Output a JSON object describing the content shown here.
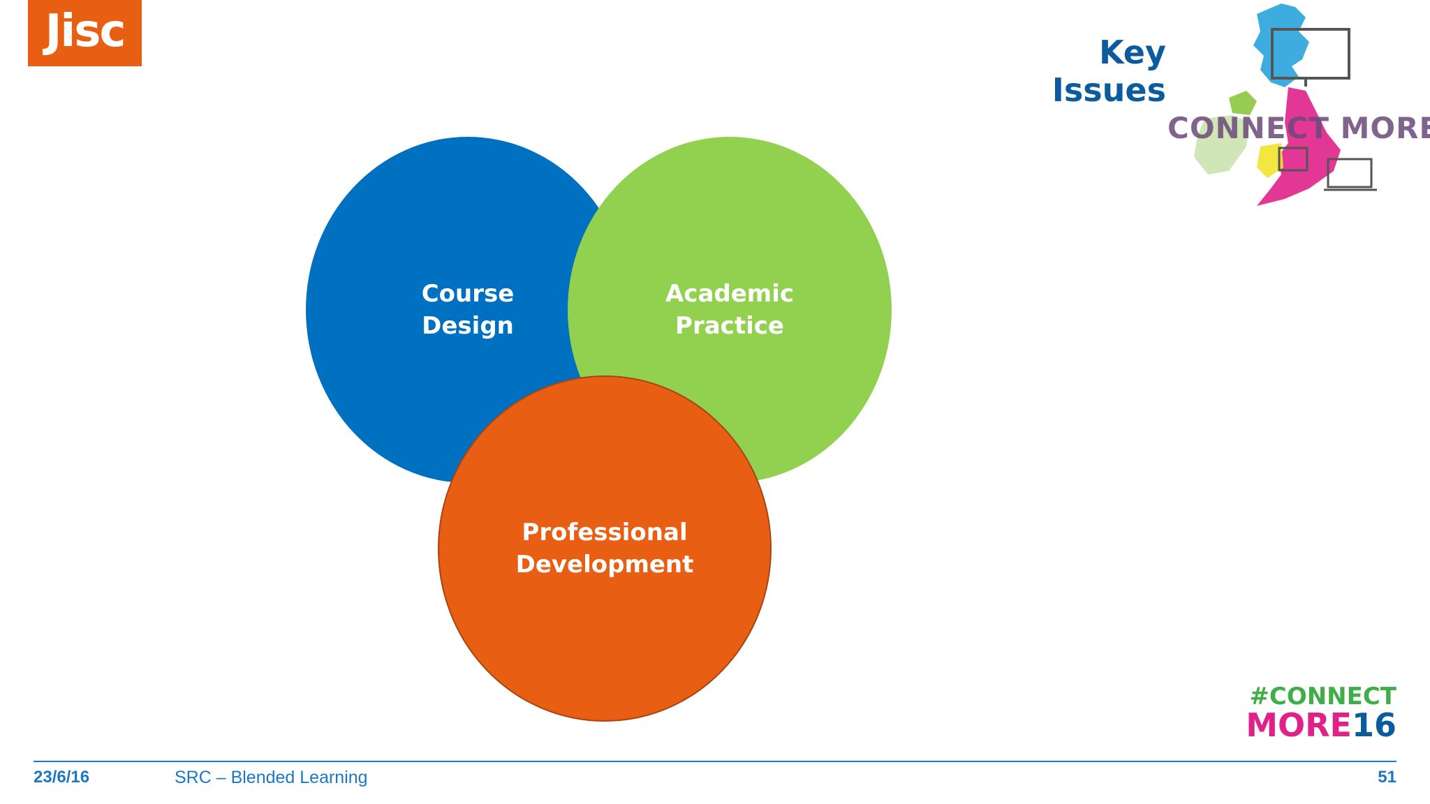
{
  "header": {
    "logo_text": "Jisc",
    "title": "Key Issues",
    "map_logo_text": "CONNECT MORE"
  },
  "diagram": {
    "circles": [
      {
        "label_line1": "Course",
        "label_line2": "Design",
        "color": "#0070c0"
      },
      {
        "label_line1": "Academic",
        "label_line2": "Practice",
        "color": "#92d050"
      },
      {
        "label_line1": "Professional",
        "label_line2": "Development",
        "color": "#e85e13"
      }
    ]
  },
  "branding": {
    "hashtag_line1": "#CONNECT",
    "hashtag_more": "MORE",
    "hashtag_year": "16"
  },
  "footer": {
    "date": "23/6/16",
    "text": "SRC – Blended Learning",
    "page": "51"
  }
}
